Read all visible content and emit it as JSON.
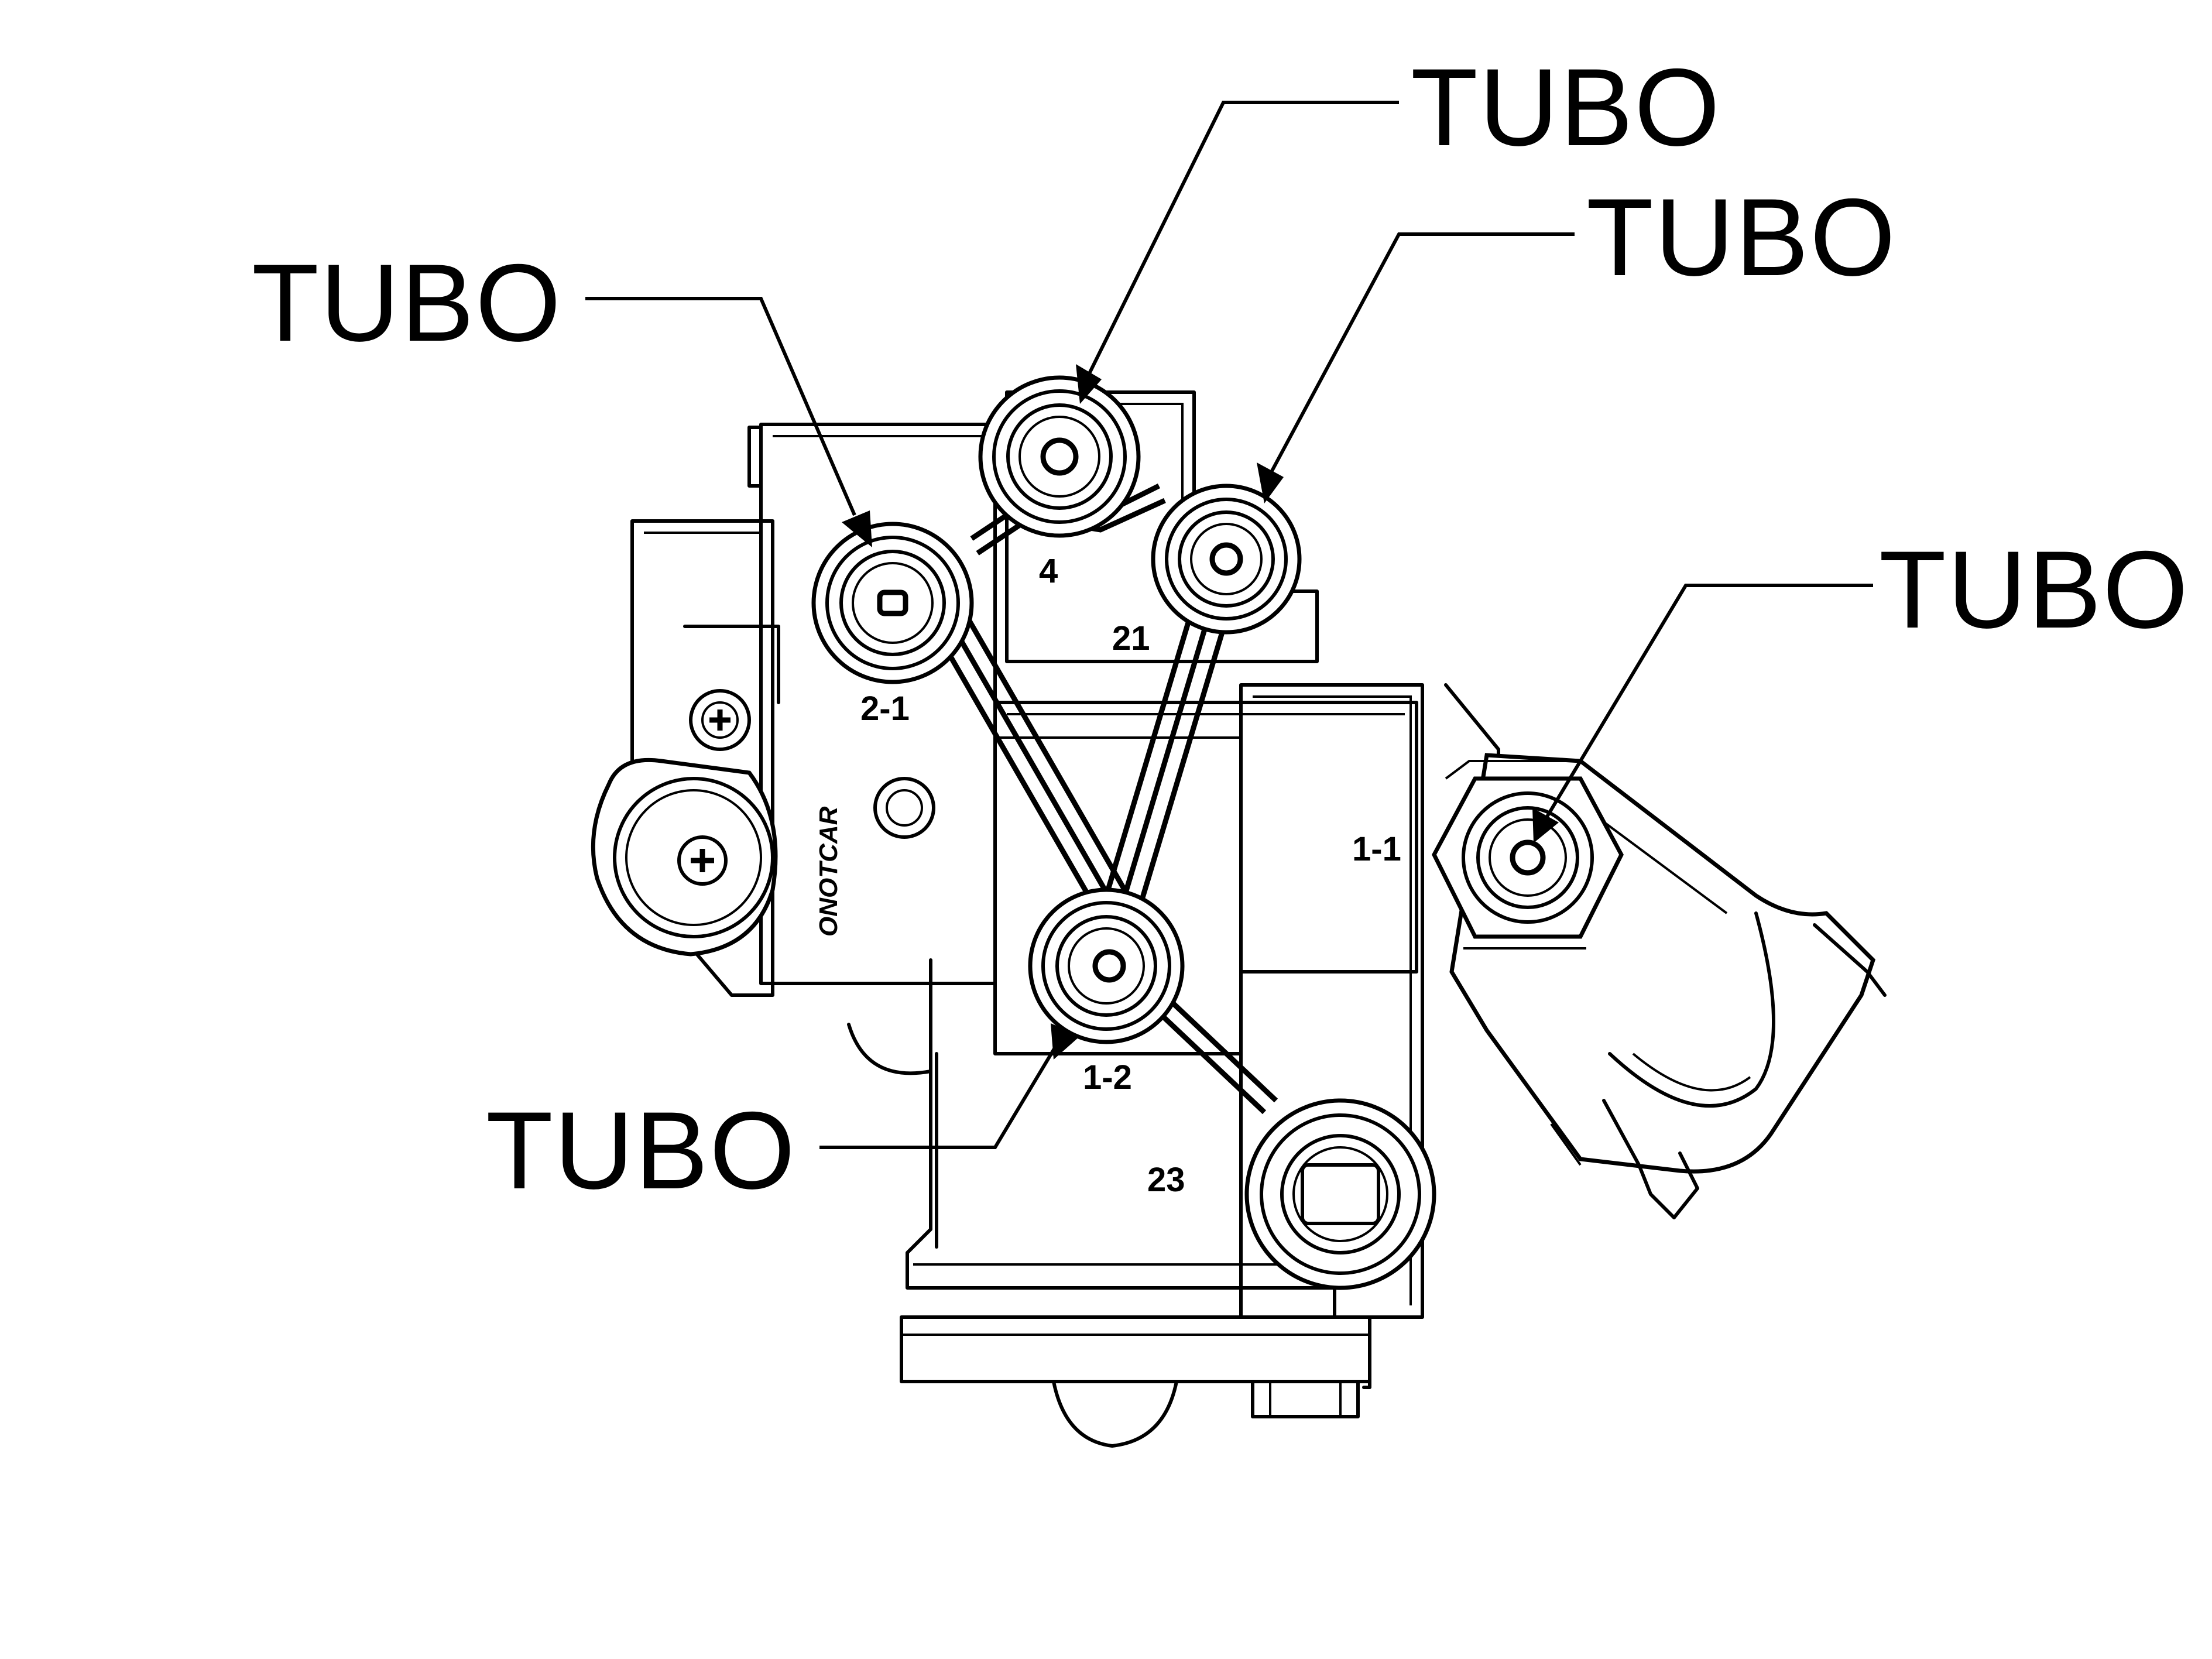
{
  "callouts": [
    {
      "id": "tubo-top",
      "label": "TUBO"
    },
    {
      "id": "tubo-upper-right",
      "label": "TUBO"
    },
    {
      "id": "tubo-left",
      "label": "TUBO"
    },
    {
      "id": "tubo-right",
      "label": "TUBO"
    },
    {
      "id": "tubo-bottom",
      "label": "TUBO"
    }
  ],
  "ports": {
    "p4": "4",
    "p21": "21",
    "p2_1": "2-1",
    "p1_1": "1-1",
    "p1_2": "1-2",
    "p23": "23"
  },
  "brand": "ONOTCAR"
}
